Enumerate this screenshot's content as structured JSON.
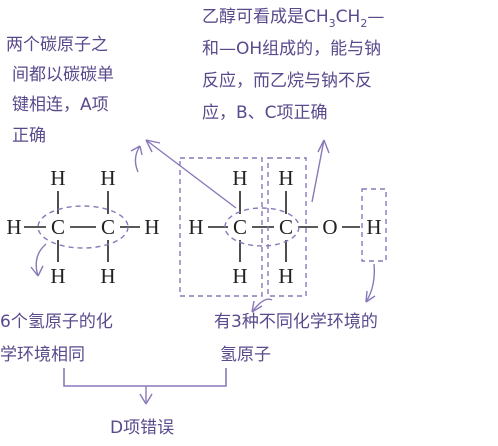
{
  "notes": {
    "bond_note": [
      "两个碳原子之",
      "间都以碳碳单",
      "键相连，A项",
      "正确"
    ],
    "ethanol_note": {
      "line1_prefix": "乙醇可看成是CH",
      "sub3": "3",
      "line1_mid": "CH",
      "sub2": "2",
      "line1_suffix": "—",
      "lines": [
        "和—OH组成的，能与钠",
        "反应，而乙烷与钠不反",
        "应，B、C项正确"
      ]
    },
    "ethane_h_note": [
      "6个氢原子的化",
      "学环境相同"
    ],
    "ethanol_h_note": [
      "有3种不同化学环境的",
      "氢原子"
    ],
    "conclusion": "D项错误"
  },
  "atoms": {
    "hydrogen": "H",
    "carbon": "C",
    "oxygen": "O"
  },
  "colors": {
    "annotation": "#5a4a8c",
    "dashed": "#8a78b8",
    "atom_text": "#222222"
  }
}
